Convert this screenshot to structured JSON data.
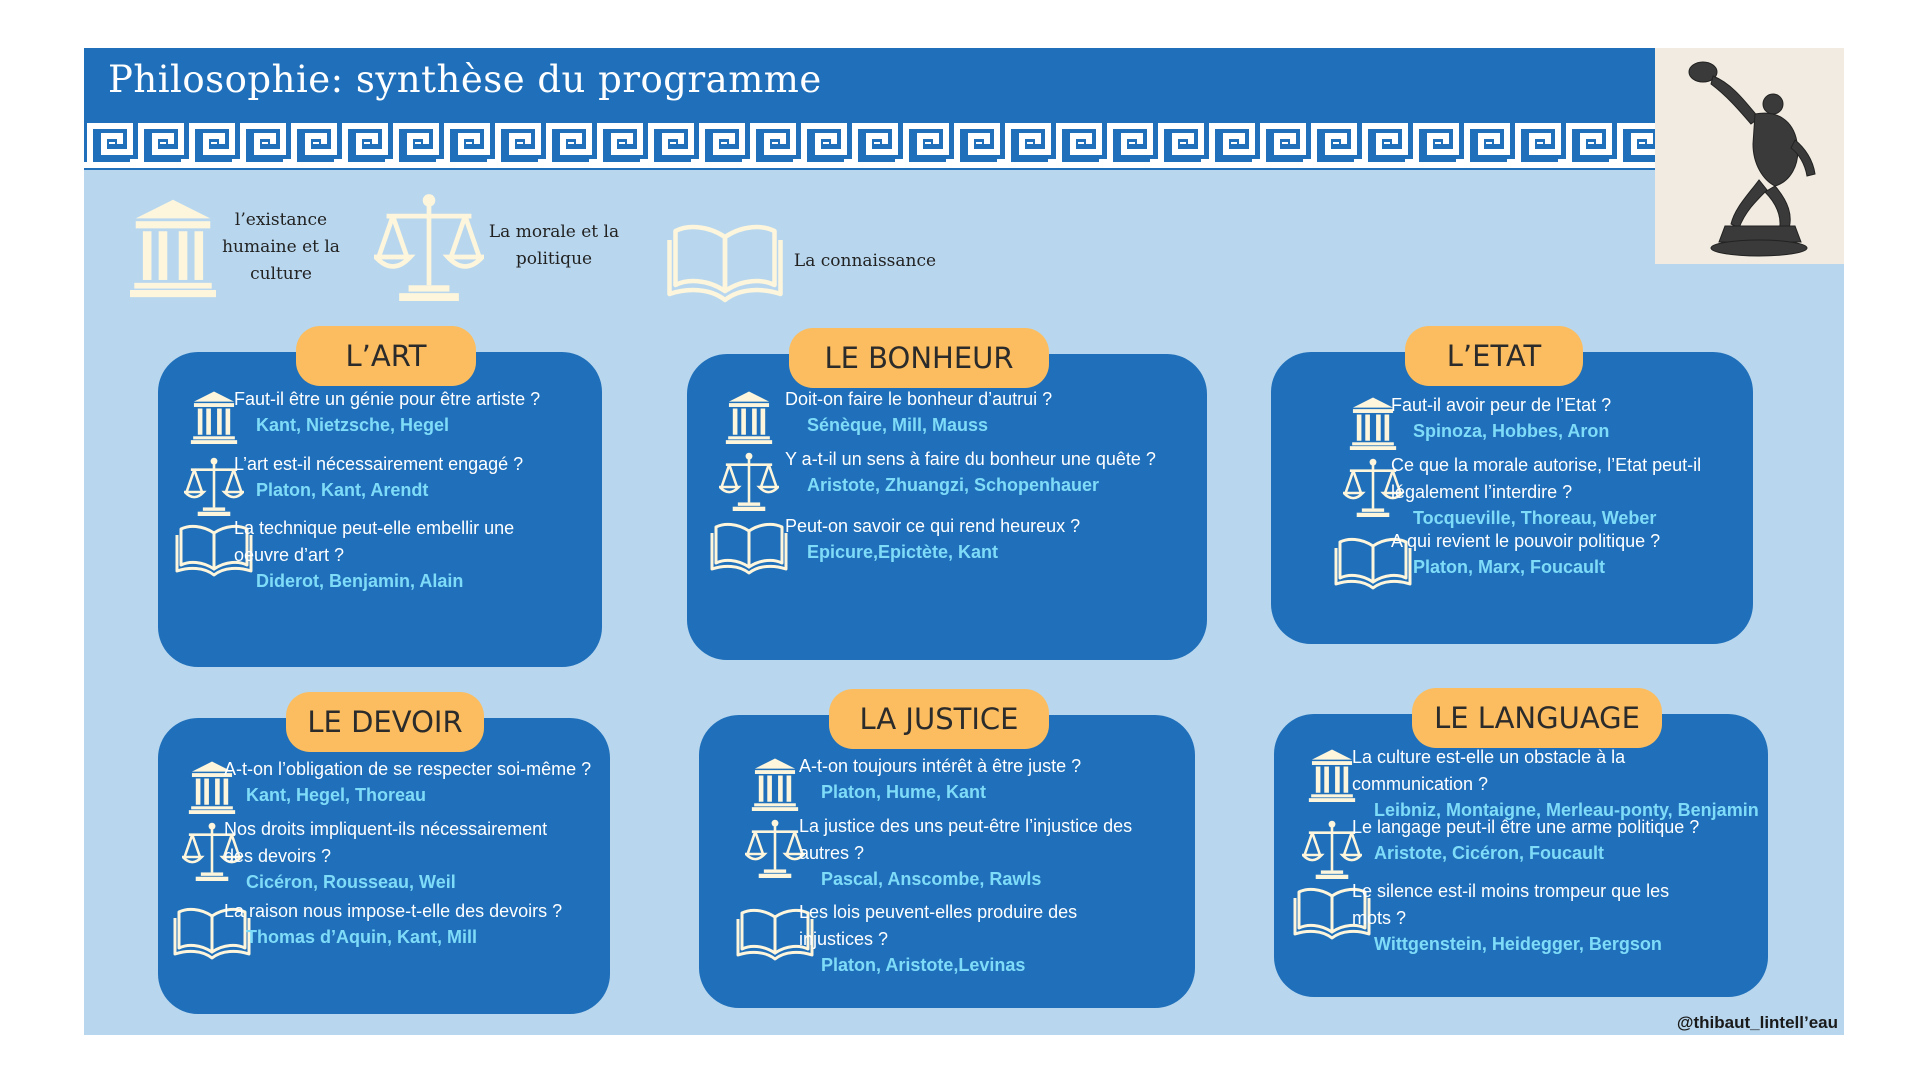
{
  "title": "Philosophie: synthèse du programme",
  "legend": [
    {
      "icon": "temple-icon",
      "label_lines": [
        "l’existance",
        "humaine et la",
        "culture"
      ]
    },
    {
      "icon": "scales-icon",
      "label_lines": [
        "La morale et la",
        "politique"
      ]
    },
    {
      "icon": "book-icon",
      "label_lines": [
        "La connaissance"
      ]
    }
  ],
  "cards": [
    {
      "title": "L’ART",
      "questions": [
        {
          "icon": "temple-icon",
          "lines": [
            "Faut-il être un génie pour être artiste ?"
          ],
          "authors": "Kant, Nietzsche, Hegel"
        },
        {
          "icon": "scales-icon",
          "lines": [
            "L’art est-il nécessairement engagé ?"
          ],
          "authors": "Platon, Kant, Arendt"
        },
        {
          "icon": "book-icon",
          "lines": [
            "La technique peut-elle embellir une",
            "oeuvre d’art ?"
          ],
          "authors": "Diderot, Benjamin, Alain"
        }
      ]
    },
    {
      "title": "LE BONHEUR",
      "questions": [
        {
          "icon": "temple-icon",
          "lines": [
            "Doit-on faire le bonheur d’autrui ?"
          ],
          "authors": "Sénèque, Mill, Mauss"
        },
        {
          "icon": "scales-icon",
          "lines": [
            "Y a-t-il un sens à faire du bonheur une quête ?"
          ],
          "authors": "Aristote, Zhuangzi, Schopenhauer"
        },
        {
          "icon": "book-icon",
          "lines": [
            "Peut-on savoir ce qui rend heureux ?"
          ],
          "authors": "Epicure,Epictète, Kant"
        }
      ]
    },
    {
      "title": "L’ETAT",
      "questions": [
        {
          "icon": "temple-icon",
          "lines": [
            "Faut-il avoir peur de l’Etat ?"
          ],
          "authors": "Spinoza, Hobbes, Aron"
        },
        {
          "icon": "scales-icon",
          "lines": [
            "Ce que la morale autorise, l’Etat peut-il",
            "légalement l’interdire ?"
          ],
          "authors": "Tocqueville, Thoreau, Weber"
        },
        {
          "icon": "book-icon",
          "lines": [
            "A qui revient le pouvoir politique ?"
          ],
          "authors": "Platon, Marx, Foucault"
        }
      ]
    },
    {
      "title": "LE DEVOIR",
      "questions": [
        {
          "icon": "temple-icon",
          "lines": [
            "A-t-on l’obligation de se respecter soi-même ?"
          ],
          "authors": "Kant, Hegel, Thoreau"
        },
        {
          "icon": "scales-icon",
          "lines": [
            "Nos droits impliquent-ils nécessairement",
            "des devoirs ?"
          ],
          "authors": "Cicéron, Rousseau, Weil"
        },
        {
          "icon": "book-icon",
          "lines": [
            "La raison nous impose-t-elle des devoirs ?"
          ],
          "authors": "Thomas d’Aquin, Kant, Mill"
        }
      ]
    },
    {
      "title": "LA JUSTICE",
      "questions": [
        {
          "icon": "temple-icon",
          "lines": [
            "A-t-on toujours intérêt à être juste ?"
          ],
          "authors": "Platon, Hume, Kant"
        },
        {
          "icon": "scales-icon",
          "lines": [
            "La justice des uns peut-être l’injustice des",
            "autres ?"
          ],
          "authors": "Pascal, Anscombe, Rawls"
        },
        {
          "icon": "book-icon",
          "lines": [
            "Les lois peuvent-elles produire des",
            "injustices ?"
          ],
          "authors": "Platon, Aristote,Levinas"
        }
      ]
    },
    {
      "title": "LE LANGUAGE",
      "questions": [
        {
          "icon": "temple-icon",
          "lines": [
            "La culture est-elle un obstacle à la",
            "communication ?"
          ],
          "authors": "Leibniz, Montaigne, Merleau-ponty, Benjamin"
        },
        {
          "icon": "scales-icon",
          "lines": [
            "Le langage peut-il être une arme politique ?"
          ],
          "authors": "Aristote, Cicéron, Foucault"
        },
        {
          "icon": "book-icon",
          "lines": [
            "Le silence est-il moins trompeur que les",
            "mots ?"
          ],
          "authors": "Wittgenstein, Heidegger, Bergson"
        }
      ]
    }
  ],
  "credit": "@thibaut_lintell’eau",
  "colors": {
    "primary_blue": "#1f6fba",
    "background": "#b8d7ee",
    "tab_orange": "#fbbd5f",
    "author_cyan": "#7fdcf8",
    "icon_cream": "#fdf6dd"
  }
}
